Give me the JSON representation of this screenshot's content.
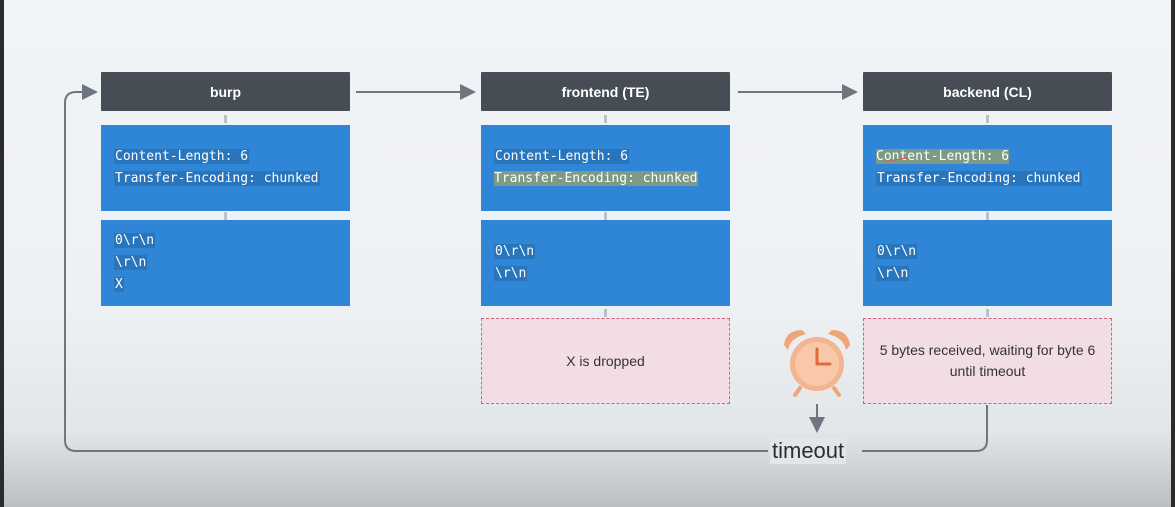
{
  "nodes": [
    {
      "title": "burp"
    },
    {
      "title": "frontend (TE)"
    },
    {
      "title": "backend (CL)"
    }
  ],
  "headers_boxes": [
    {
      "line1": "Content-Length: 6",
      "line2": "Transfer-Encoding: chunked"
    },
    {
      "line1": "Content-Length: 6",
      "line2": "Transfer-Encoding: chunked"
    },
    {
      "line1": "Content-Length: 6",
      "line2": "Transfer-Encoding: chunked"
    }
  ],
  "body_boxes": [
    {
      "lines": [
        "0\\r\\n",
        "\\r\\n",
        "X"
      ]
    },
    {
      "lines": [
        "0\\r\\n",
        "\\r\\n"
      ]
    },
    {
      "lines": [
        "0\\r\\n",
        "\\r\\n"
      ]
    }
  ],
  "notes": {
    "frontend": "X is dropped",
    "backend": "5 bytes received, waiting for byte 6 until timeout"
  },
  "timeout_label": "timeout",
  "colors": {
    "header_bg": "#474d55",
    "box_bg": "#2f86d6",
    "note_bg": "#f3dde4",
    "note_border": "#d5637e",
    "highlight": "#7d9a86",
    "clock": "#f0a47a"
  },
  "icons": [
    "alarm-clock-icon"
  ]
}
